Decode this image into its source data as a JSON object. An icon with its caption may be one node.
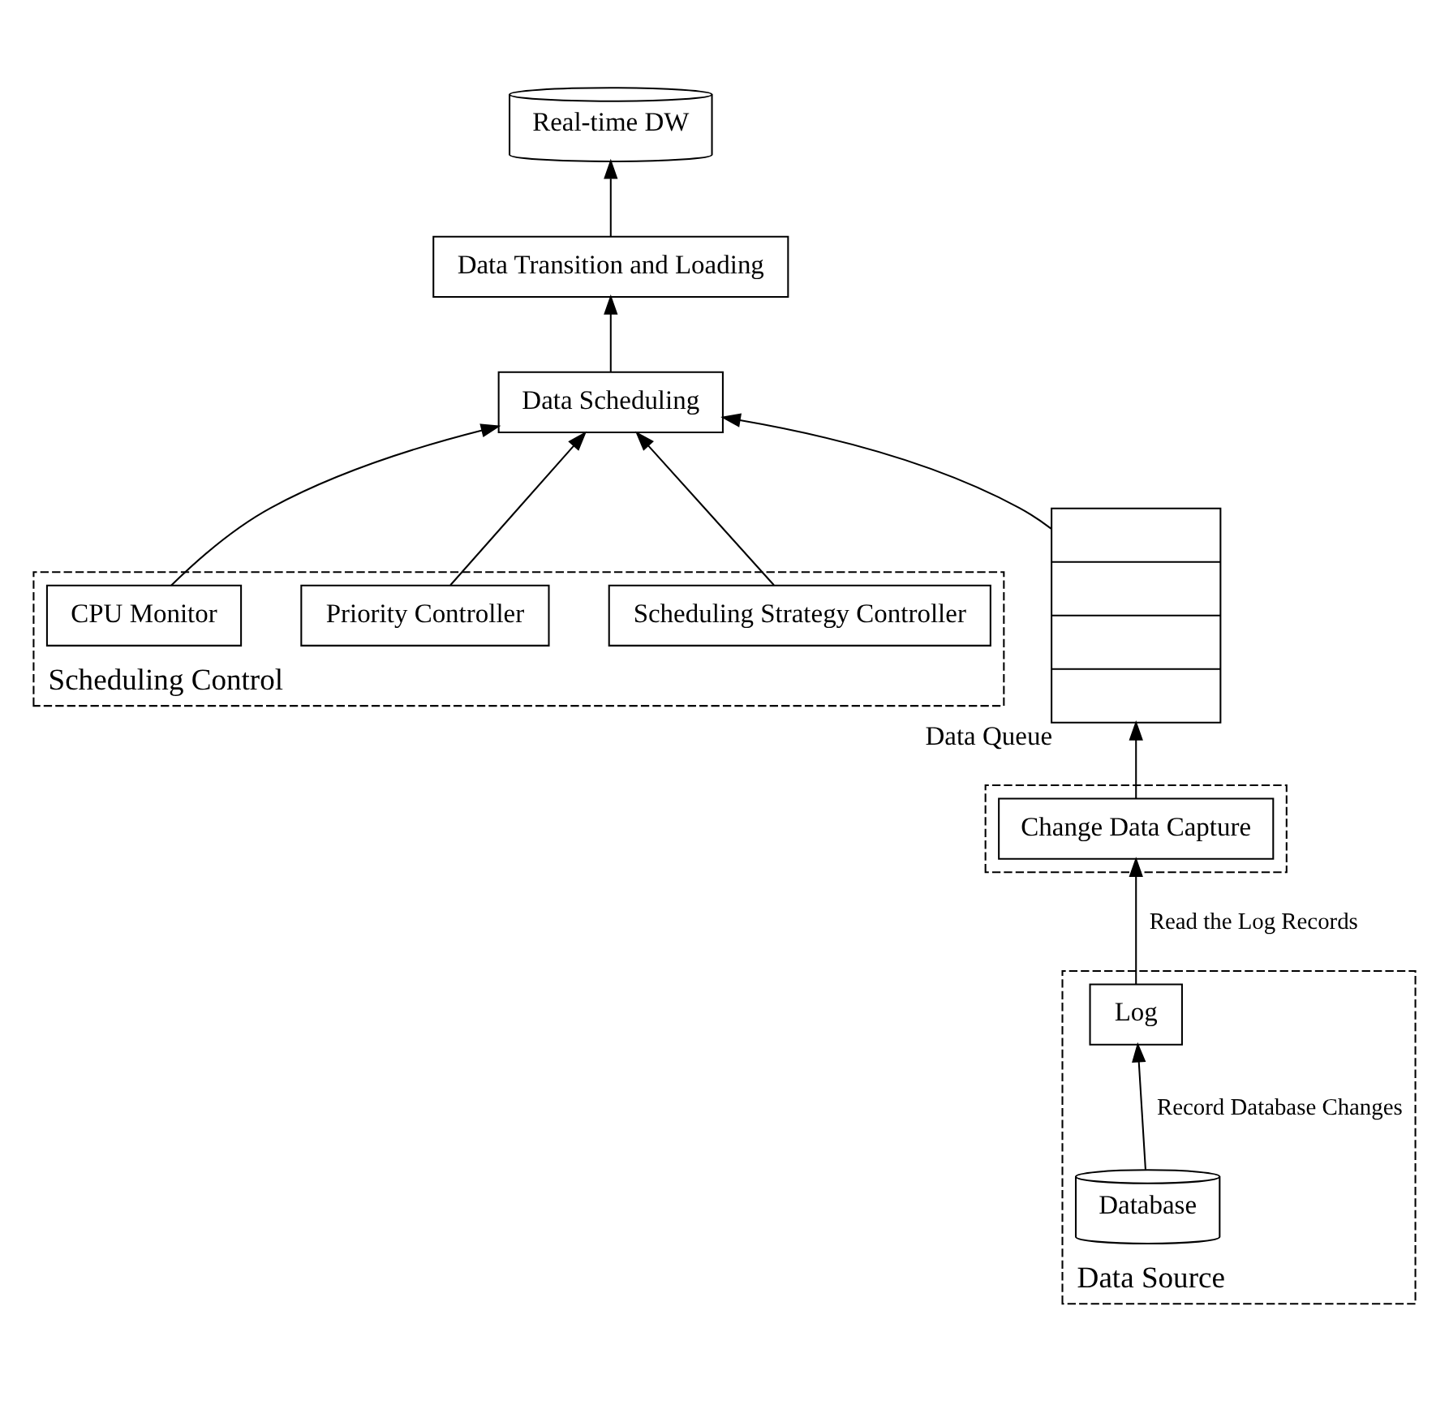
{
  "diagram": {
    "nodes": [
      {
        "text": [
          "Scheduling Control"
        ]
      },
      {
        "text": [
          "CPU Monitor"
        ],
        "in": 0
      },
      {
        "text": [
          "Priority Controller"
        ],
        "in": 0
      },
      {
        "text": [
          "Scheduling Strategy Controller"
        ],
        "in": 0
      },
      {
        "text": [
          "Data Scheduling"
        ]
      },
      {
        "text": [
          "Data Transition and Loading"
        ]
      },
      {
        "text": [
          "Real-time DW"
        ]
      },
      {
        "text": [],
        "shape": "box",
        "beside": [
          "Data Queue"
        ]
      },
      {
        "text": [],
        "shape": "box"
      },
      {
        "text": [
          "Change Data Capture"
        ],
        "in": 8
      },
      {
        "text": [
          "Data Source"
        ]
      },
      {
        "text": [
          "Database"
        ],
        "in": 10
      },
      {
        "text": [
          "Log"
        ],
        "in": 10
      }
    ],
    "edges": [
      {
        "from": 1,
        "to": 4,
        "arrow": "to"
      },
      {
        "from": 2,
        "to": 4,
        "arrow": "to"
      },
      {
        "from": 3,
        "to": 4,
        "arrow": "to"
      },
      {
        "from": 4,
        "to": 5,
        "arrow": "to"
      },
      {
        "from": 5,
        "to": 6,
        "arrow": "to"
      },
      {
        "from": 7,
        "to": 4,
        "arrow": "to"
      },
      {
        "from": 9,
        "to": 7,
        "arrow": "to"
      },
      {
        "from": 12,
        "to": 9,
        "arrow": "to",
        "label": "Read the Log Records"
      },
      {
        "from": 11,
        "to": 12,
        "arrow": "to",
        "label": "Record Database Changes"
      }
    ]
  }
}
